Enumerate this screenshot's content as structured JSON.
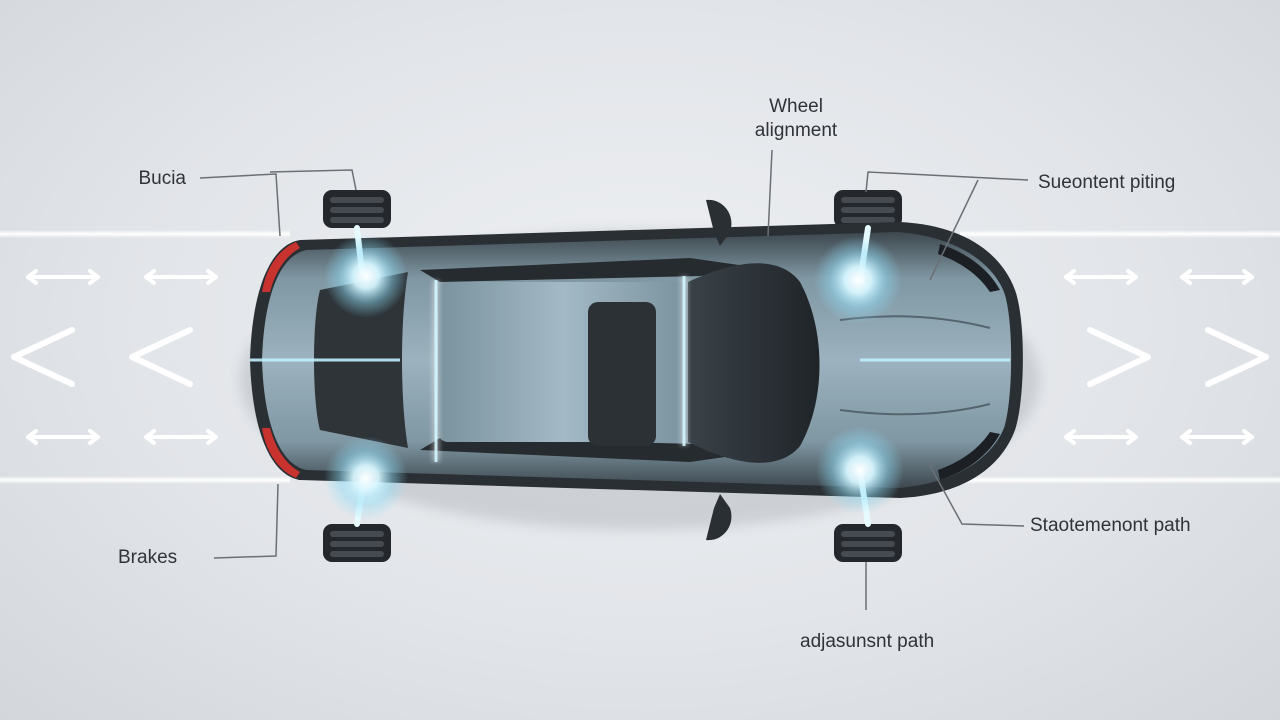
{
  "labels": {
    "brakes_top": "Bucia",
    "wheel_alignment": {
      "line1": "Wheel",
      "line2": "alignment"
    },
    "suspension_spring": "Sueontent piting",
    "brakes_bottom": "Brakes",
    "stabilizer_path": "Staotemenont path",
    "adjustment_path": "adjasunsnt path"
  },
  "colors": {
    "background": "#e4e7eb",
    "car_body": "#6f8592",
    "car_body_dark": "#2b3034",
    "glow": "#bfefff",
    "label_text": "#2f343a",
    "leader_line": "#6b7076",
    "lane_line": "#ffffff",
    "tail_light": "#c8332f"
  },
  "icons": {
    "lane_left": "left-chevron-icon",
    "lane_right": "right-chevron-icon",
    "lane_arrow": "double-arrow-icon",
    "mirror": "side-mirror-icon",
    "wheel": "wheel-icon",
    "glow": "suspension-glow-icon"
  }
}
